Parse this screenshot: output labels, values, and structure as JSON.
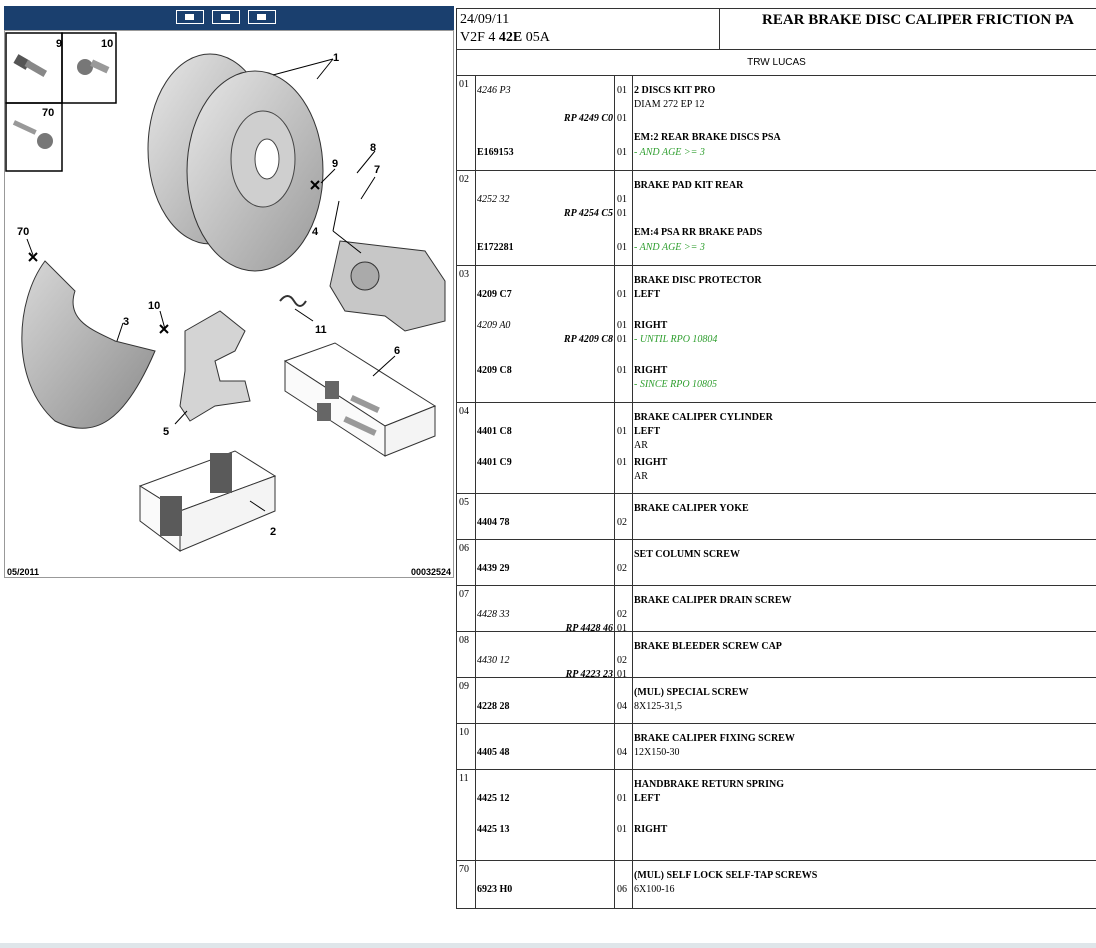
{
  "diagram": {
    "toolbar_buttons": [
      "view-icon",
      "view-icon",
      "view-icon"
    ],
    "date": "05/2011",
    "reference": "00032524",
    "callouts": [
      "1",
      "2",
      "3",
      "4",
      "5",
      "6",
      "7",
      "8",
      "9",
      "10",
      "11",
      "70"
    ],
    "inset_labels": [
      "9",
      "10",
      "70"
    ]
  },
  "header": {
    "date": "24/09/11",
    "vehicle_prefix": "V2F 4",
    "vehicle_bold": "42E",
    "vehicle_suffix": "05A",
    "title": "REAR BRAKE DISC CALIPER FRICTION PA",
    "brand": "TRW LUCAS"
  },
  "groups": [
    {
      "num": "01",
      "rows": [
        {
          "pn": "4246 P3",
          "pn_style": "italic",
          "rp": "",
          "qty": "01",
          "desc": "2 DISCS KIT PRO",
          "desc_style": "bold"
        },
        {
          "pn": "",
          "rp": "",
          "qty": "",
          "desc": "DIAM 272 EP 12",
          "desc_style": ""
        },
        {
          "pn": "",
          "rp": "RP 4249 C0",
          "qty": "01",
          "desc": "",
          "desc_style": ""
        },
        {
          "pn": "",
          "rp": "",
          "qty": "",
          "desc": "EM:2 REAR BRAKE DISCS PSA",
          "desc_style": "bold"
        },
        {
          "pn": "E169153",
          "pn_style": "bold",
          "rp": "",
          "qty": "01",
          "desc": "- AND AGE >= 3",
          "desc_style": "green"
        }
      ]
    },
    {
      "num": "02",
      "rows": [
        {
          "pn": "",
          "rp": "",
          "qty": "",
          "desc": "BRAKE PAD KIT REAR",
          "desc_style": "bold"
        },
        {
          "pn": "4252 32",
          "pn_style": "italic",
          "rp": "",
          "qty": "01",
          "desc": "",
          "desc_style": ""
        },
        {
          "pn": "",
          "rp": "RP 4254 C5",
          "qty": "01",
          "desc": "",
          "desc_style": ""
        },
        {
          "pn": "",
          "rp": "",
          "qty": "",
          "desc": "EM:4 PSA RR BRAKE PADS",
          "desc_style": "bold"
        },
        {
          "pn": "E172281",
          "pn_style": "bold",
          "rp": "",
          "qty": "01",
          "desc": "- AND AGE >= 3",
          "desc_style": "green"
        }
      ]
    },
    {
      "num": "03",
      "rows": [
        {
          "pn": "",
          "rp": "",
          "qty": "",
          "desc": "BRAKE DISC PROTECTOR",
          "desc_style": "bold"
        },
        {
          "pn": "4209 C7",
          "pn_style": "bold",
          "rp": "",
          "qty": "01",
          "desc": "LEFT",
          "desc_style": "bold"
        },
        {
          "pn": "4209 A0",
          "pn_style": "italic",
          "rp": "",
          "qty": "01",
          "desc": "RIGHT",
          "desc_style": "bold"
        },
        {
          "pn": "",
          "rp": "RP 4209 C8",
          "qty": "01",
          "desc": "- UNTIL RPO 10804",
          "desc_style": "green"
        },
        {
          "pn": "4209 C8",
          "pn_style": "bold",
          "rp": "",
          "qty": "01",
          "desc": "RIGHT",
          "desc_style": "bold"
        },
        {
          "pn": "",
          "rp": "",
          "qty": "",
          "desc": "- SINCE RPO 10805",
          "desc_style": "green"
        }
      ]
    },
    {
      "num": "04",
      "rows": [
        {
          "pn": "",
          "rp": "",
          "qty": "",
          "desc": "BRAKE CALIPER CYLINDER",
          "desc_style": "bold"
        },
        {
          "pn": "4401 C8",
          "pn_style": "bold",
          "rp": "",
          "qty": "01",
          "desc": "LEFT",
          "desc_style": "bold"
        },
        {
          "pn": "",
          "rp": "",
          "qty": "",
          "desc": "AR",
          "desc_style": ""
        },
        {
          "pn": "4401 C9",
          "pn_style": "bold",
          "rp": "",
          "qty": "01",
          "desc": "RIGHT",
          "desc_style": "bold"
        },
        {
          "pn": "",
          "rp": "",
          "qty": "",
          "desc": "AR",
          "desc_style": ""
        }
      ]
    },
    {
      "num": "05",
      "rows": [
        {
          "pn": "",
          "rp": "",
          "qty": "",
          "desc": "BRAKE CALIPER YOKE",
          "desc_style": "bold"
        },
        {
          "pn": "4404 78",
          "pn_style": "bold",
          "rp": "",
          "qty": "02",
          "desc": "",
          "desc_style": ""
        }
      ]
    },
    {
      "num": "06",
      "rows": [
        {
          "pn": "",
          "rp": "",
          "qty": "",
          "desc": "SET COLUMN SCREW",
          "desc_style": "bold"
        },
        {
          "pn": "4439 29",
          "pn_style": "bold",
          "rp": "",
          "qty": "02",
          "desc": "",
          "desc_style": ""
        }
      ]
    },
    {
      "num": "07",
      "rows": [
        {
          "pn": "",
          "rp": "",
          "qty": "",
          "desc": "BRAKE CALIPER DRAIN SCREW",
          "desc_style": "bold"
        },
        {
          "pn": "4428 33",
          "pn_style": "italic",
          "rp": "",
          "qty": "02",
          "desc": "",
          "desc_style": ""
        },
        {
          "pn": "",
          "rp": "RP 4428 46",
          "qty": "01",
          "desc": "",
          "desc_style": ""
        }
      ]
    },
    {
      "num": "08",
      "rows": [
        {
          "pn": "",
          "rp": "",
          "qty": "",
          "desc": "BRAKE BLEEDER SCREW CAP",
          "desc_style": "bold"
        },
        {
          "pn": "4430 12",
          "pn_style": "italic",
          "rp": "",
          "qty": "02",
          "desc": "",
          "desc_style": ""
        },
        {
          "pn": "",
          "rp": "RP 4223 23",
          "qty": "01",
          "desc": "",
          "desc_style": ""
        }
      ]
    },
    {
      "num": "09",
      "rows": [
        {
          "pn": "",
          "rp": "",
          "qty": "",
          "desc": "(MUL) SPECIAL SCREW",
          "desc_style": "bold"
        },
        {
          "pn": "4228 28",
          "pn_style": "bold",
          "rp": "",
          "qty": "04",
          "desc": "8X125-31,5",
          "desc_style": ""
        }
      ]
    },
    {
      "num": "10",
      "rows": [
        {
          "pn": "",
          "rp": "",
          "qty": "",
          "desc": "BRAKE CALIPER FIXING SCREW",
          "desc_style": "bold"
        },
        {
          "pn": "4405 48",
          "pn_style": "bold",
          "rp": "",
          "qty": "04",
          "desc": "12X150-30",
          "desc_style": ""
        }
      ]
    },
    {
      "num": "11",
      "rows": [
        {
          "pn": "",
          "rp": "",
          "qty": "",
          "desc": "HANDBRAKE RETURN SPRING",
          "desc_style": "bold"
        },
        {
          "pn": "4425 12",
          "pn_style": "bold",
          "rp": "",
          "qty": "01",
          "desc": "LEFT",
          "desc_style": "bold"
        },
        {
          "pn": "4425 13",
          "pn_style": "bold",
          "rp": "",
          "qty": "01",
          "desc": "RIGHT",
          "desc_style": "bold"
        }
      ]
    },
    {
      "num": "70",
      "rows": [
        {
          "pn": "",
          "rp": "",
          "qty": "",
          "desc": "(MUL) SELF LOCK SELF-TAP SCREWS",
          "desc_style": "bold"
        },
        {
          "pn": "6923 H0",
          "pn_style": "bold",
          "rp": "",
          "qty": "06",
          "desc": "6X100-16",
          "desc_style": ""
        }
      ]
    }
  ]
}
